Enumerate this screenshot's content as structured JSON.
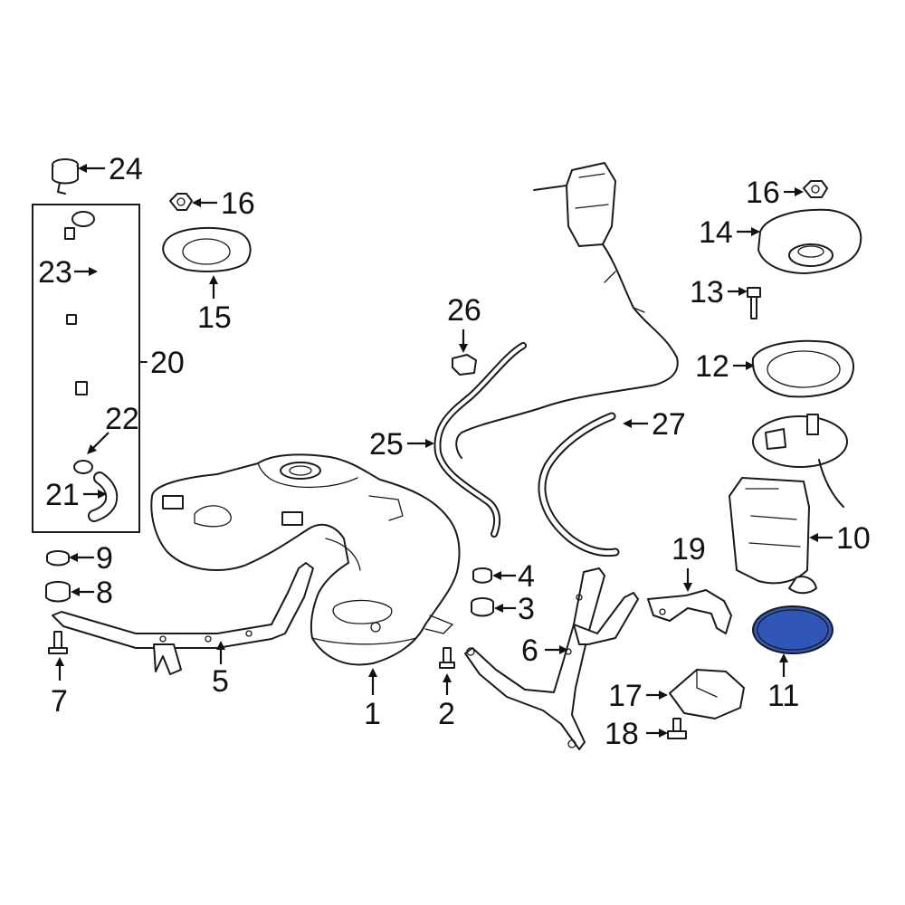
{
  "diagram": {
    "highlight_color": "#3057b8",
    "callouts": [
      {
        "id": "1",
        "text": "1"
      },
      {
        "id": "2",
        "text": "2"
      },
      {
        "id": "3",
        "text": "3"
      },
      {
        "id": "4",
        "text": "4"
      },
      {
        "id": "5",
        "text": "5"
      },
      {
        "id": "6",
        "text": "6"
      },
      {
        "id": "7",
        "text": "7"
      },
      {
        "id": "8",
        "text": "8"
      },
      {
        "id": "9",
        "text": "9"
      },
      {
        "id": "10",
        "text": "10"
      },
      {
        "id": "11",
        "text": "11"
      },
      {
        "id": "12",
        "text": "12"
      },
      {
        "id": "13",
        "text": "13"
      },
      {
        "id": "14",
        "text": "14"
      },
      {
        "id": "15",
        "text": "15"
      },
      {
        "id": "16a",
        "text": "16"
      },
      {
        "id": "16b",
        "text": "16"
      },
      {
        "id": "17",
        "text": "17"
      },
      {
        "id": "18",
        "text": "18"
      },
      {
        "id": "19",
        "text": "19"
      },
      {
        "id": "20",
        "text": "20"
      },
      {
        "id": "21",
        "text": "21"
      },
      {
        "id": "22",
        "text": "22"
      },
      {
        "id": "23",
        "text": "23"
      },
      {
        "id": "24",
        "text": "24"
      },
      {
        "id": "25",
        "text": "25"
      },
      {
        "id": "26",
        "text": "26"
      },
      {
        "id": "27",
        "text": "27"
      }
    ]
  }
}
